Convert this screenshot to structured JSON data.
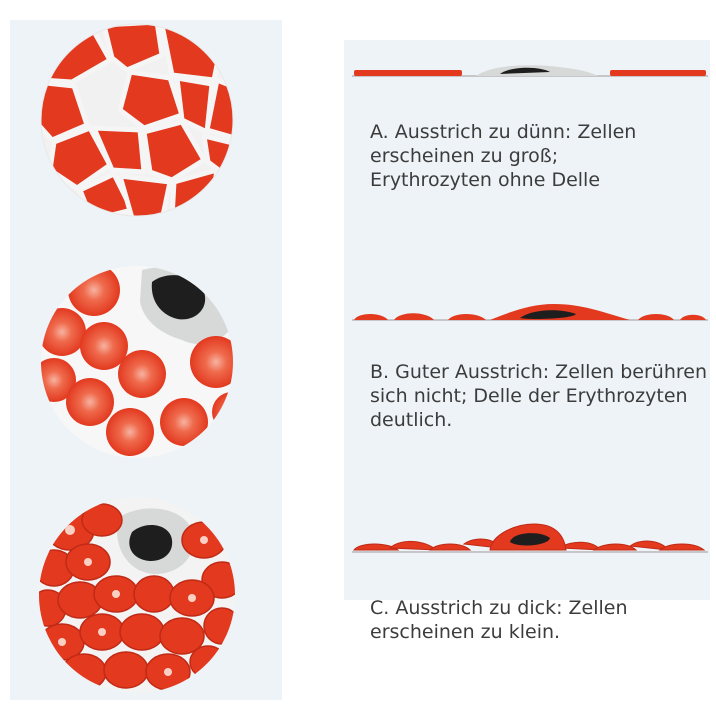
{
  "panels": [
    {
      "id": "A",
      "caption_lines": [
        "A. Ausstrich zu dünn: Zellen",
        "erscheinen zu groß;",
        "Erythrozyten ohne Delle"
      ]
    },
    {
      "id": "B",
      "caption_lines": [
        "B. Guter Ausstrich: Zellen berühren",
        "sich nicht; Delle der Erythrozyten",
        "deutlich."
      ]
    },
    {
      "id": "C",
      "caption_lines": [
        "C. Ausstrich zu dick: Zellen",
        "erscheinen zu klein."
      ]
    }
  ],
  "colors": {
    "erythrocyte": "#e2391f",
    "erythrocyte_center": "#f4a08c",
    "plasma": "#ffffff",
    "leukocyte_cytoplasm": "#d7d9d8",
    "nucleus": "#1e1e1e",
    "panel_background": "#eef3f7"
  }
}
